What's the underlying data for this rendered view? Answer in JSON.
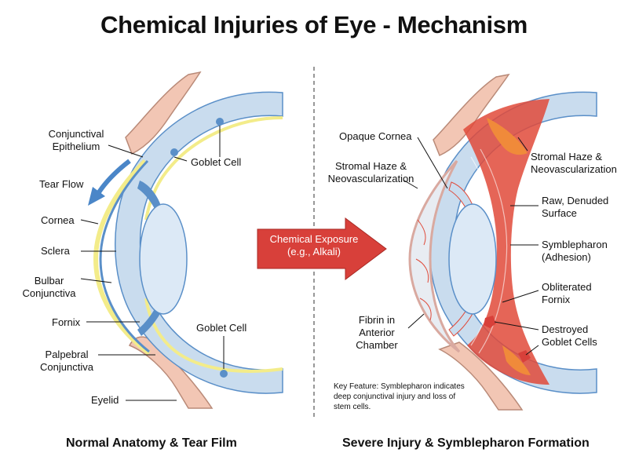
{
  "title": "Chemical Injuries of Eye - Mechanism",
  "panels": {
    "left_title": "Normal Anatomy & Tear Film",
    "right_title": "Severe Injury & Symblepharon Formation"
  },
  "left_labels": {
    "conjunctival_epithelium": "Conjunctival\nEpithelium",
    "goblet_cell_top": "Goblet Cell",
    "tear_flow": "Tear Flow",
    "cornea": "Cornea",
    "sclera": "Sclera",
    "bulbar_conjunctiva": "Bulbar\nConjunctiva",
    "fornix": "Fornix",
    "goblet_cell_bottom": "Goblet Cell",
    "palpebral_conjunctiva": "Palpebral\nConjunctiva",
    "eyelid": "Eyelid"
  },
  "center": {
    "exposure_line1": "Chemical Exposure",
    "exposure_line2": "(e.g., Alkali)"
  },
  "right_labels": {
    "opaque_cornea": "Opaque Cornea",
    "stromal_haze_left": "Stromal Haze &\nNeovascularization",
    "stromal_haze_right": "Stromal Haze &\nNeovascularization",
    "raw_denuded": "Raw, Denuded\nSurface",
    "symblepharon": "Symblepharon\n(Adhesion)",
    "obliterated_fornix": "Obliterated\nFornix",
    "fibrin": "Fibrin in\nAnterior\nChamber",
    "destroyed_goblet": "Destroyed\nGoblet Cells"
  },
  "note": "Key Feature: Symblepharon indicates deep conjunctival injury and loss of stem cells.",
  "colors": {
    "skin": "#f2c6b4",
    "skin_edge": "#b98a78",
    "sclera_blue": "#c9dcee",
    "conj_blue": "#5a8fc8",
    "tear_yellow": "#f3ec8a",
    "lens": "#dce9f6",
    "injury_red": "#e04a3a",
    "injury_orange": "#f08a3a",
    "arrow_red": "#d8403a",
    "tear_arrow": "#4a86c8"
  },
  "icons": {
    "tear_flow": "curved-arrow-icon",
    "exposure": "right-arrow-icon"
  }
}
